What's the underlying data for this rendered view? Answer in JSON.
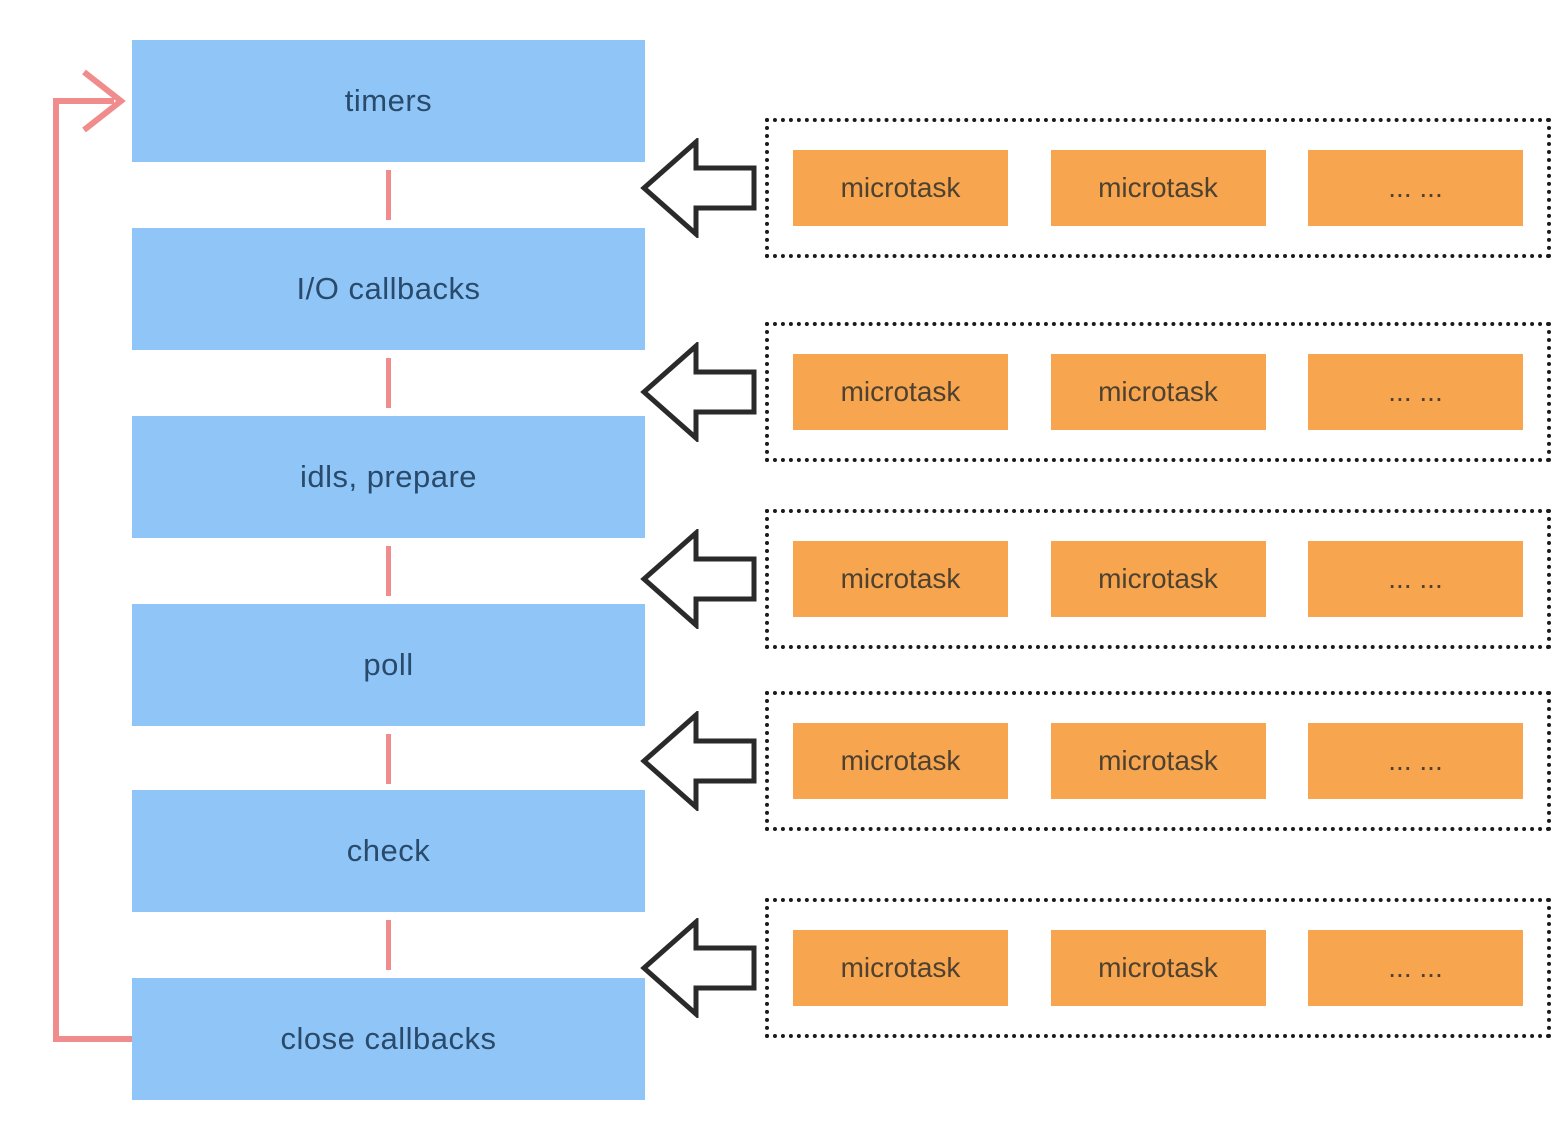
{
  "phases": [
    {
      "label": "timers"
    },
    {
      "label": "I/O callbacks"
    },
    {
      "label": "idls, prepare"
    },
    {
      "label": "poll"
    },
    {
      "label": "check"
    },
    {
      "label": "close callbacks"
    }
  ],
  "microtask_groups": [
    {
      "tasks": [
        "microtask",
        "microtask",
        "... ..."
      ]
    },
    {
      "tasks": [
        "microtask",
        "microtask",
        "... ..."
      ]
    },
    {
      "tasks": [
        "microtask",
        "microtask",
        "... ..."
      ]
    },
    {
      "tasks": [
        "microtask",
        "microtask",
        "... ..."
      ]
    },
    {
      "tasks": [
        "microtask",
        "microtask",
        "... ..."
      ]
    }
  ],
  "colors": {
    "phase_fill": "#8fc6f7",
    "phase_text": "#2a4a6b",
    "task_fill": "#f7a64f",
    "task_text": "#4e4130",
    "loop_arrow": "#f08c8c",
    "block_arrow_stroke": "#2a2a2a",
    "dotted_border": "#1b1b1b",
    "background": "#ffffff"
  }
}
